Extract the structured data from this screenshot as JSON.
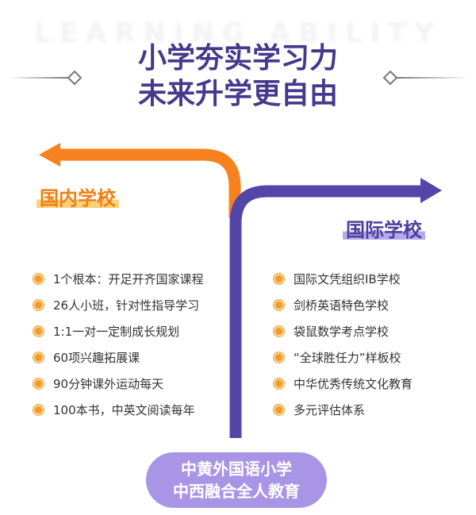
{
  "watermark": "LEARNING ABILITY",
  "header": {
    "title_line1": "小学夯实学习力",
    "title_line2": "未来升学更自由"
  },
  "colors": {
    "orange": "#f5821f",
    "purple": "#5446a8",
    "title": "#46388c",
    "pill": "#a995e6"
  },
  "domestic": {
    "label": "国内学校",
    "items": [
      "1个根本：开足开齐国家课程",
      "26人小班，针对性指导学习",
      "1:1一对一定制成长规划",
      "60项兴趣拓展课",
      "90分钟课外运动每天",
      "100本书，中英文阅读每年"
    ]
  },
  "international": {
    "label": "国际学校",
    "items": [
      "国际文凭组织IB学校",
      "剑桥英语特色学校",
      "袋鼠数学考点学校",
      "“全球胜任力”样板校",
      "中华优秀传统文化教育",
      "多元评估体系"
    ]
  },
  "footer": {
    "line1": "中黄外国语小学",
    "line2": "中西融合全人教育"
  }
}
